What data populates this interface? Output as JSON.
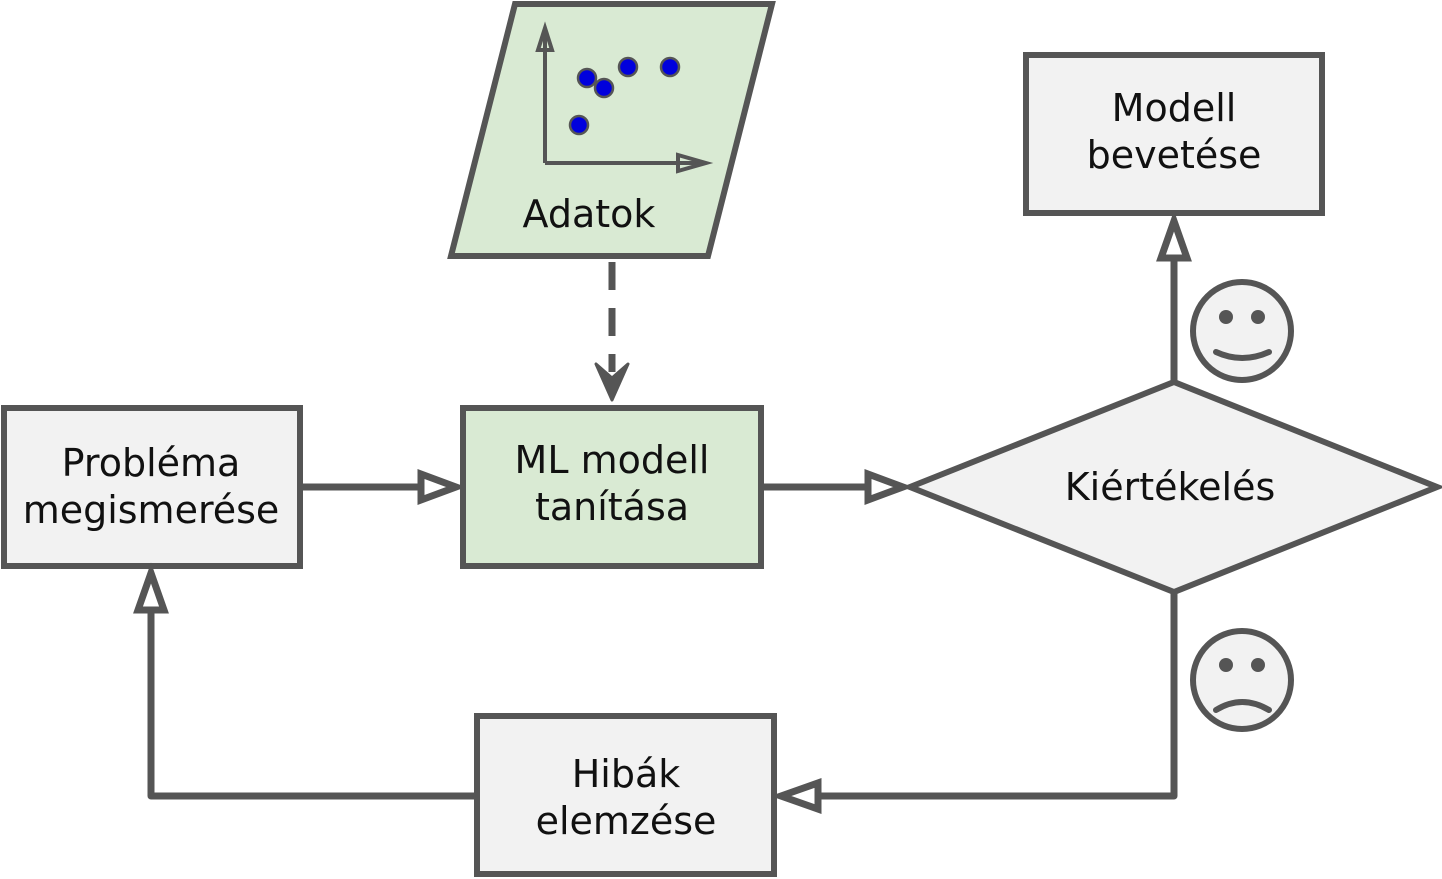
{
  "diagram": {
    "nodes": {
      "adatok": {
        "label": "Adatok",
        "shape": "parallelogram"
      },
      "ml_modell": {
        "line1": "ML modell",
        "line2": "tanítása",
        "shape": "rectangle"
      },
      "problema": {
        "line1": "Probléma",
        "line2": "megismerése",
        "shape": "rectangle"
      },
      "kiertekeles": {
        "label": "Kiértékelés",
        "shape": "diamond"
      },
      "modell_bevetes": {
        "line1": "Modell",
        "line2": "bevetése",
        "shape": "rectangle"
      },
      "hibak": {
        "line1": "Hibák",
        "line2": "elemzése",
        "shape": "rectangle"
      }
    },
    "edges": [
      {
        "from": "adatok",
        "to": "ml_modell",
        "style": "dashed"
      },
      {
        "from": "problema",
        "to": "ml_modell",
        "style": "solid"
      },
      {
        "from": "ml_modell",
        "to": "kiertekeles",
        "style": "solid"
      },
      {
        "from": "kiertekeles",
        "to": "modell_bevetes",
        "style": "solid",
        "indicator": "smiley-happy-icon"
      },
      {
        "from": "kiertekeles",
        "to": "hibak",
        "style": "solid",
        "indicator": "smiley-sad-icon"
      },
      {
        "from": "hibak",
        "to": "problema",
        "style": "solid"
      }
    ],
    "colors": {
      "stroke": "#555555",
      "green_fill": "#d9ead3",
      "gray_fill": "#f2f2f2",
      "dot": "#0000dd",
      "text": "#111111"
    }
  }
}
